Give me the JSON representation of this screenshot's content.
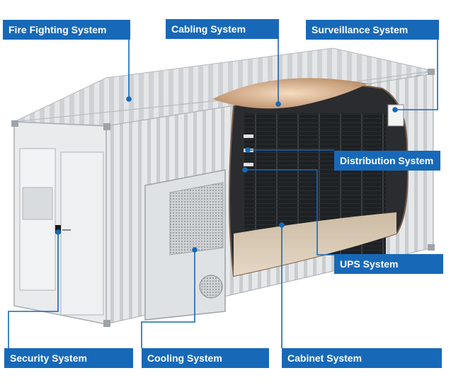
{
  "labels": {
    "fire_fighting": "Fire Fighting System",
    "cabling": "Cabling System",
    "surveillance": "Surveillance System",
    "distribution": "Distribution System",
    "ups": "UPS System",
    "security": "Security System",
    "cooling": "Cooling System",
    "cabinet": "Cabinet System"
  },
  "colors": {
    "label_bg": "#1769b8",
    "label_text": "#ffffff",
    "leader_line": "#1769b8",
    "container_body": "#e3e5e7",
    "container_shadow": "#a9adb1",
    "interior_dark": "#1b1d20",
    "floor": "#d9cbb8"
  }
}
